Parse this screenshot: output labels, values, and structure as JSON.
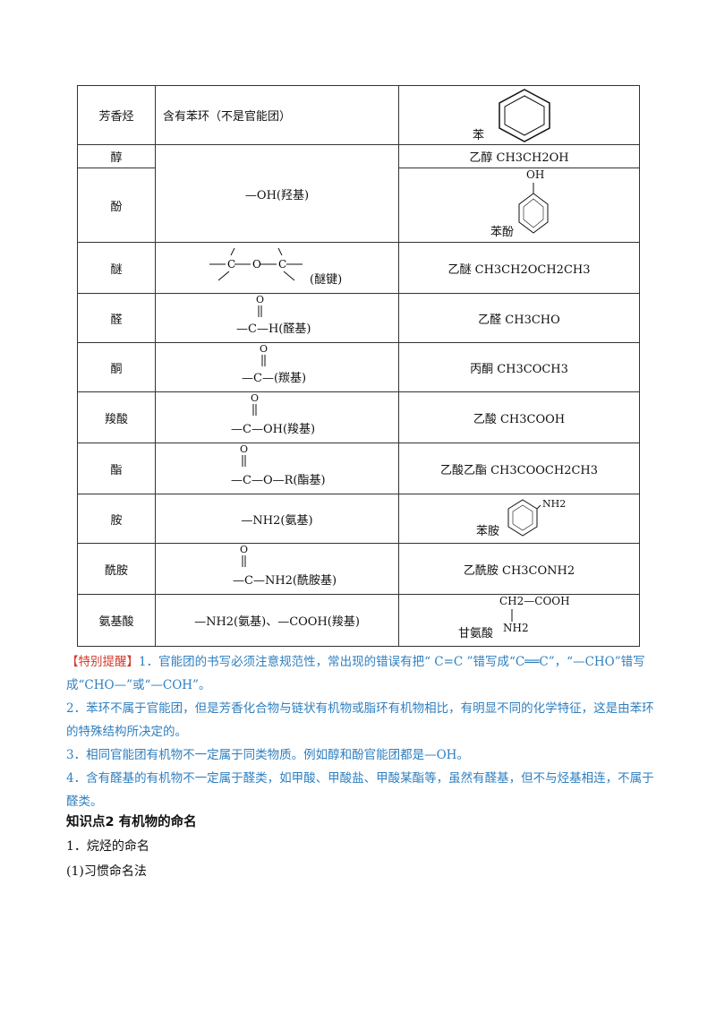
{
  "table": {
    "rows": [
      {
        "name": "芳香烃",
        "group": "含有苯环（不是官能团）",
        "example": "苯"
      },
      {
        "name": "醇",
        "group": "—OH(羟基)",
        "example": "乙醇 CH3CH2OH"
      },
      {
        "name": "酚",
        "group": "",
        "example": "苯酚",
        "example_struct": "OH"
      },
      {
        "name": "醚",
        "group_struct": "C—O—C",
        "group": "(醚键)",
        "example": "乙醚 CH3CH2OCH2CH3"
      },
      {
        "name": "醛",
        "group_struct_top": "O",
        "group": "—C—H(醛基)",
        "example": "乙醛 CH3CHO"
      },
      {
        "name": "酮",
        "group_struct_top": "O",
        "group": "—C—(羰基)",
        "example": "丙酮 CH3COCH3"
      },
      {
        "name": "羧酸",
        "group_struct_top": "O",
        "group": "—C—OH(羧基)",
        "example": "乙酸 CH3COOH"
      },
      {
        "name": "酯",
        "group_struct_top": "O",
        "group": "—C—O—R(酯基)",
        "example": "乙酸乙酯 CH3COOCH2CH3"
      },
      {
        "name": "胺",
        "group": "—NH2(氨基)",
        "example": "苯胺",
        "example_struct": "NH2"
      },
      {
        "name": "酰胺",
        "group_struct_top": "O",
        "group": "—C—NH2(酰胺基)",
        "example": "乙酰胺 CH3CONH2"
      },
      {
        "name": "氨基酸",
        "group": "—NH2(氨基)、—COOH(羧基)",
        "example": "甘氨酸",
        "example_struct_top": "CH2—COOH",
        "example_struct_bottom": "NH2"
      }
    ]
  },
  "notes": {
    "label": "【特别提醒】",
    "p1": "1．官能团的书写必须注意规范性，常出现的错误有把“ C=C ”错写成“C══C”，“—CHO”错写成“CHO—”或“—COH”。",
    "p2": "2．苯环不属于官能团，但是芳香化合物与链状有机物或脂环有机物相比，有明显不同的化学特征，这是由苯环的特殊结构所决定的。",
    "p3": "3．相同官能团有机物不一定属于同类物质。例如醇和酚官能团都是—OH。",
    "p4": "4．含有醛基的有机物不一定属于醛类，如甲酸、甲酸盐、甲酸某酯等，虽然有醛基，但不与烃基相连，不属于醛类。"
  },
  "section": {
    "title": "知识点2 有机物的命名",
    "item1": "1．烷烃的命名",
    "item2": "(1)习惯命名法"
  }
}
